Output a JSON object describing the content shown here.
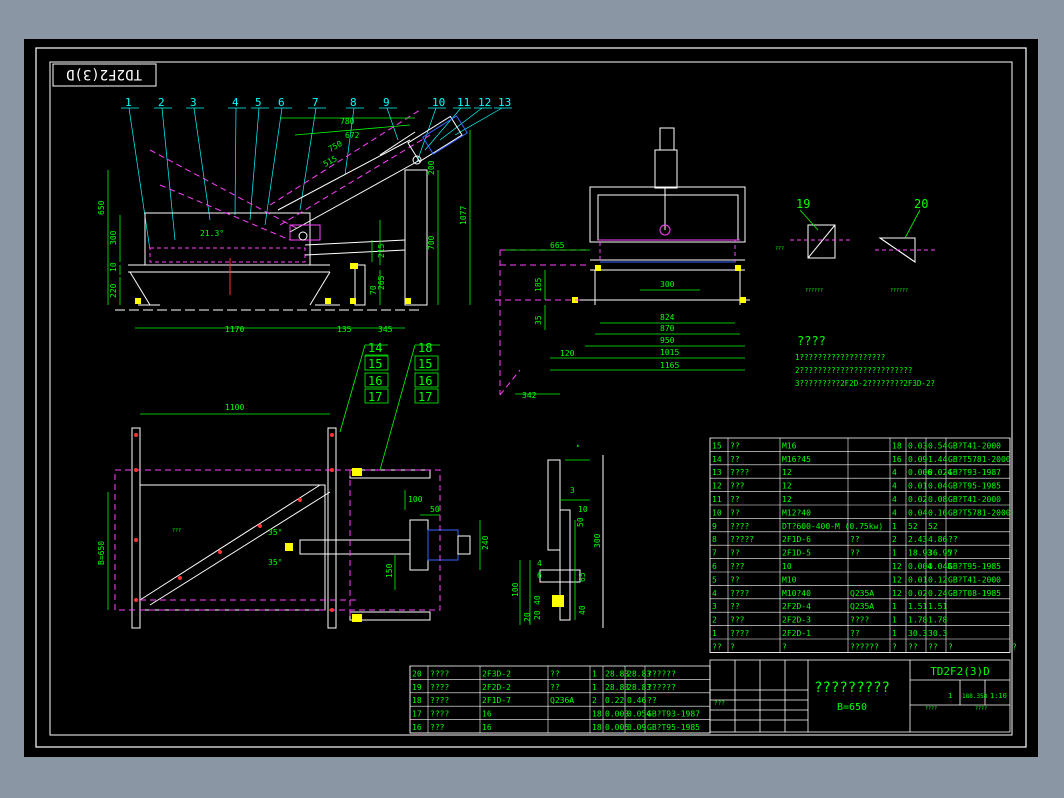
{
  "title_stamp": "TD2F2(3)D",
  "part_numbers": [
    "1",
    "2",
    "3",
    "4",
    "5",
    "6",
    "7",
    "8",
    "9",
    "10",
    "11",
    "12",
    "13"
  ],
  "side_view_dims": {
    "d780": "780",
    "d672": "672",
    "d750": "750",
    "d515": "515",
    "d650": "650",
    "d300": "300",
    "d10": "10",
    "d220": "220",
    "d1077": "1077",
    "d700": "700",
    "d200": "200",
    "d215": "215",
    "d265": "265",
    "d70": "70",
    "d1170": "1170",
    "d135": "135",
    "d345": "345",
    "angle": "21.3°"
  },
  "front_view_dims": {
    "d665": "665",
    "d185": "185",
    "d35": "35",
    "d300": "300",
    "d824": "824",
    "d870": "870",
    "d950": "950",
    "d1015": "1015",
    "d1165": "1165",
    "d120": "120",
    "d342": "342"
  },
  "detail_labels": {
    "d19": "19",
    "d20": "20",
    "t19": "??????",
    "t20": "??????",
    "small": "???"
  },
  "plan_callouts": [
    "14",
    "15",
    "16",
    "17",
    "18",
    "15",
    "16",
    "17"
  ],
  "plan_dims": {
    "d1100": "1100",
    "d650": "B=650",
    "d100": "100",
    "d50": "50",
    "d240": "240",
    "d150": "150",
    "a35a": "35°",
    "a35b": "35°",
    "small": "???"
  },
  "section_dims": [
    "3",
    "10",
    "50",
    "300",
    "4",
    "6",
    "65",
    "100",
    "40",
    "20",
    "40",
    "20"
  ],
  "notes": {
    "heading": "????",
    "lines": [
      "1???????????????????",
      "2?????????????????????????",
      "3?????????2F2D-2????????2F3D-2?"
    ]
  },
  "bom_right": [
    [
      "15",
      "??",
      "M16",
      "",
      "18",
      "0.03",
      "0.54",
      "GB?T41-2000"
    ],
    [
      "14",
      "??",
      "M16?45",
      "",
      "16",
      "0.09",
      "1.44",
      "GB?T5781-2000"
    ],
    [
      "13",
      "????",
      "12",
      "",
      "4",
      "0.006",
      "0.024",
      "GB?T93-1987"
    ],
    [
      "12",
      "???",
      "12",
      "",
      "4",
      "0.01",
      "0.04",
      "GB?T95-1985"
    ],
    [
      "11",
      "??",
      "12",
      "",
      "4",
      "0.02",
      "0.08",
      "GB?T41-2000"
    ],
    [
      "10",
      "??",
      "M12?40",
      "",
      "4",
      "0.04",
      "0.16",
      "GB?T5781-2000"
    ],
    [
      "9",
      "????",
      "DT?600-400-M (0.75kw)",
      "",
      "1",
      "52",
      "52",
      ""
    ],
    [
      "8",
      "?????",
      "2F1D-6",
      "??",
      "2",
      "2.43",
      "4.86",
      "??"
    ],
    [
      "7",
      "??",
      "2F1D-5",
      "??",
      "1",
      "18.93",
      "36.95",
      "??"
    ],
    [
      "6",
      "???",
      "10",
      "",
      "12",
      "0.004",
      "0.048",
      "GB?T95-1985"
    ],
    [
      "5",
      "??",
      "M10",
      "",
      "12",
      "0.01",
      "0.12",
      "GB?T41-2000"
    ],
    [
      "4",
      "????",
      "M10?40",
      "Q235A",
      "12",
      "0.02",
      "0.24",
      "GB?T08-1985"
    ],
    [
      "3",
      "??",
      "2F2D-4",
      "Q235A",
      "1",
      "1.51",
      "1.51",
      ""
    ],
    [
      "2",
      "???",
      "2F2D-3",
      "????",
      "1",
      "1.78",
      "1.78",
      ""
    ],
    [
      "1",
      "????",
      "2F2D-1",
      "??",
      "1",
      "30.3",
      "30.3",
      ""
    ],
    [
      "??",
      "?",
      "?",
      "??????",
      "?",
      "??",
      "??",
      "?",
      "?"
    ]
  ],
  "bom_bottom": [
    [
      "20",
      "????",
      "2F3D-2",
      "??",
      "1",
      "28.83",
      "28.83",
      "??????"
    ],
    [
      "19",
      "????",
      "2F2D-2",
      "??",
      "1",
      "28.83",
      "28.83",
      "??????"
    ],
    [
      "18",
      "????",
      "2F1D-7",
      "Q236A",
      "2",
      "0.22",
      "0.46",
      "??"
    ],
    [
      "17",
      "????",
      "16",
      "",
      "18",
      "0.003",
      "0.054",
      "GB?T93-1987"
    ],
    [
      "16",
      "???",
      "16",
      "",
      "18",
      "0.005",
      "0.09",
      "GB?T95-1985"
    ]
  ],
  "title_block": {
    "drawing_no": "TD2F2(3)D",
    "name": "?????????",
    "spec": "B=650",
    "scale1": "1",
    "scale2": "188.358",
    "scale3": "1:10",
    "small": [
      "???",
      "????",
      "????"
    ]
  }
}
